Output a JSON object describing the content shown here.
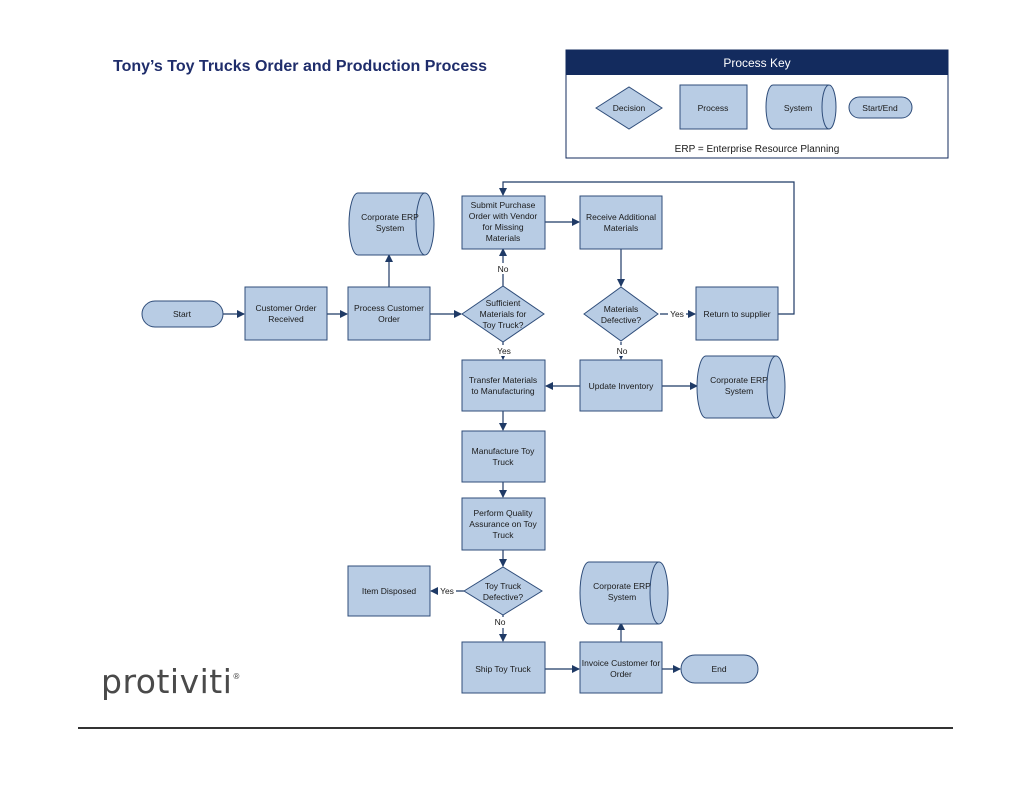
{
  "title": "Tony’s Toy Trucks Order and Production Process",
  "logo_text": "protiviti",
  "logo_mark": "®",
  "key": {
    "header": "Process Key",
    "decision": "Decision",
    "process": "Process",
    "system": "System",
    "startend": "Start/End",
    "footnote": "ERP = Enterprise Resource Planning"
  },
  "nodes": {
    "start": [
      "Start"
    ],
    "customer_order": [
      "Customer Order",
      "Received"
    ],
    "process_order": [
      "Process Customer",
      "Order"
    ],
    "erp_top": [
      "Corporate ERP",
      "System"
    ],
    "sufficient": [
      "Sufficient",
      "Materials  for",
      "Toy Truck?"
    ],
    "submit_po": [
      "Submit Purchase",
      "Order with Vendor",
      "for Missing",
      "Materials"
    ],
    "receive": [
      "Receive Additional",
      "Materials"
    ],
    "defective_mat": [
      "Materials",
      "Defective?"
    ],
    "return": [
      "Return to supplier"
    ],
    "transfer": [
      "Transfer Materials",
      "to Manufacturing"
    ],
    "update_inv": [
      "Update Inventory"
    ],
    "erp_mid": [
      "Corporate ERP",
      "System"
    ],
    "manufacture": [
      "Manufacture Toy",
      "Truck"
    ],
    "qa": [
      "Perform Quality",
      "Assurance on Toy",
      "Truck"
    ],
    "truck_defective": [
      "Toy Truck",
      "Defective?"
    ],
    "disposed": [
      "Item Disposed"
    ],
    "ship": [
      "Ship Toy Truck"
    ],
    "invoice": [
      "Invoice Customer for",
      "Order"
    ],
    "erp_bottom": [
      "Corporate ERP",
      "System"
    ],
    "end": [
      "End"
    ]
  },
  "edge_labels": {
    "no_1": "No",
    "yes_1": "Yes",
    "yes_2": "Yes",
    "no_2": "No",
    "yes_3": "Yes",
    "no_3": "No"
  },
  "colors": {
    "shape_fill": "#b8cce4",
    "shape_stroke": "#2f4d7a",
    "key_header": "#132b5e",
    "title": "#1f2d6b"
  }
}
